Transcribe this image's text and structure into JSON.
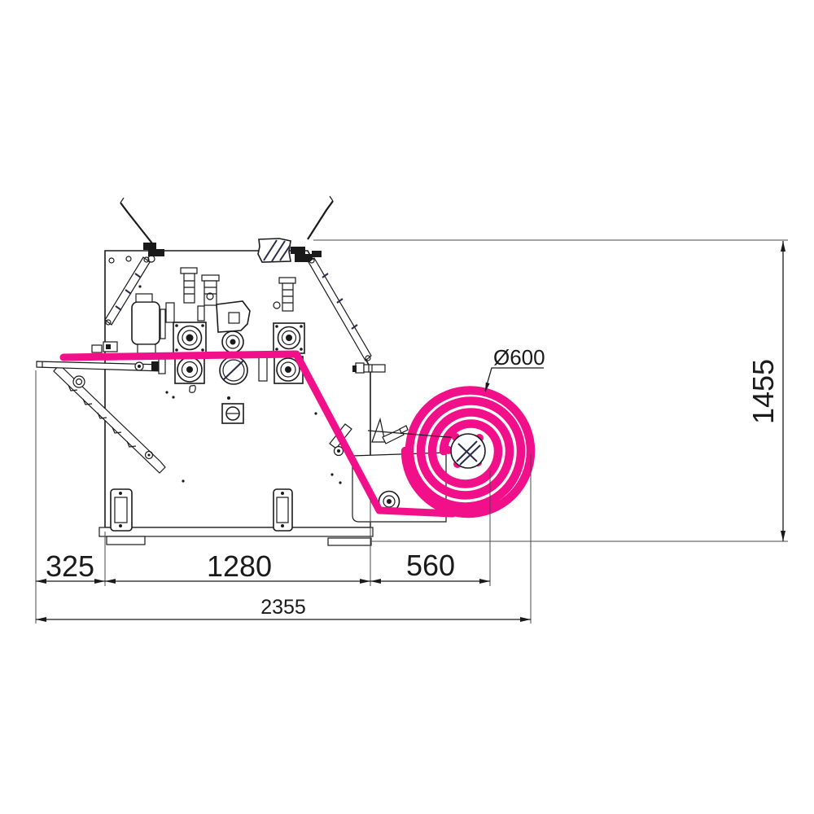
{
  "drawing": {
    "dimensions": {
      "tray_overhang": "325",
      "machine_body_width": "1280",
      "rewinder_width": "560",
      "total_width": "2355",
      "total_height": "1455",
      "roll_diameter": "Ø600"
    },
    "colors": {
      "web_pink": "#f20f8a",
      "line": "#1a1a1a",
      "dim_line": "#4a4a4a",
      "hatch_blue": "#2a2a4a"
    }
  }
}
